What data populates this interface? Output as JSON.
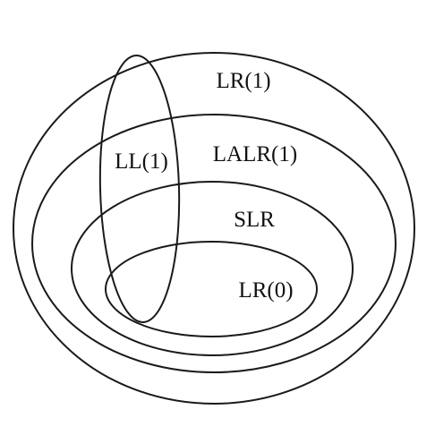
{
  "sets": {
    "lr1": "LR(1)",
    "lalr1": "LALR(1)",
    "slr": "SLR",
    "lr0": "LR(0)",
    "ll1": "LL(1)"
  }
}
